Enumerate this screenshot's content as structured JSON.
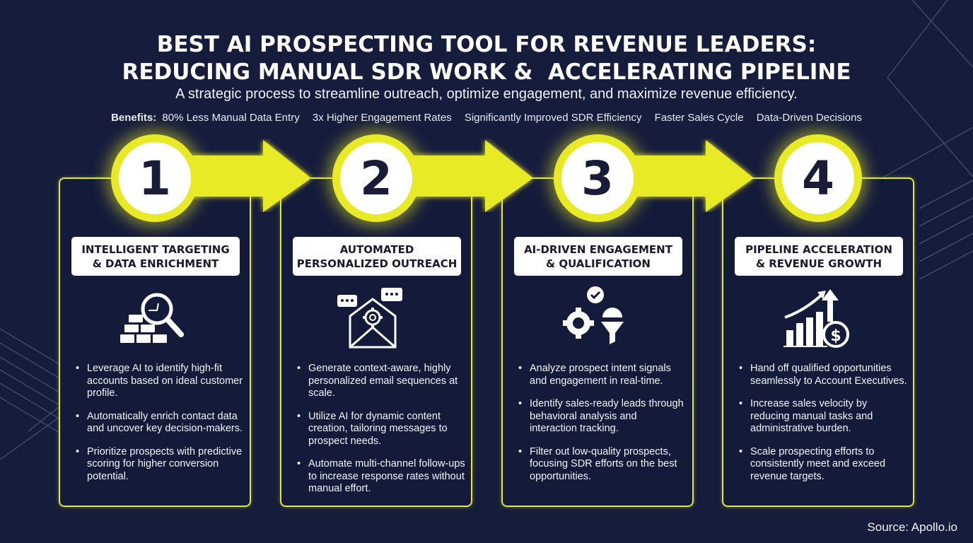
{
  "header": {
    "title_line1": "BEST AI PROSPECTING TOOL FOR REVENUE LEADERS:",
    "title_line2": "REDUCING MANUAL SDR WORK &  ACCELERATING PIPELINE",
    "subtitle": "A strategic process to streamline outreach, optimize engagement, and maximize revenue efficiency.",
    "benefits_label": "Benefits:",
    "benefits": [
      "80% Less Manual Data Entry",
      "3x Higher Engagement Rates",
      "Significantly Improved SDR Efficiency",
      "Faster Sales Cycle",
      "Data-Driven Decisions"
    ]
  },
  "colors": {
    "background": "#161c3c",
    "accent": "#e8ea28",
    "card_border": "#e5e826",
    "number_text": "#181c36"
  },
  "steps": [
    {
      "number": "1",
      "title_line1": "INTELLIGENT TARGETING",
      "title_line2": "& DATA ENRICHMENT",
      "icon": "magnifier-over-data-blocks-icon",
      "bullets": [
        "Leverage AI to identify high-fit accounts based on ideal customer profile.",
        "Automatically enrich contact data and uncover key decision-makers.",
        "Prioritize prospects with predictive scoring for higher conversion potential."
      ]
    },
    {
      "number": "2",
      "title_line1": "AUTOMATED",
      "title_line2": "PERSONALIZED OUTREACH",
      "icon": "envelope-gear-chat-icon",
      "bullets": [
        "Generate context-aware, highly personalized email sequences at scale.",
        "Utilize AI for dynamic content creation, tailoring messages to prospect needs.",
        "Automate multi-channel follow-ups to increase response rates without manual effort."
      ]
    },
    {
      "number": "3",
      "title_line1": "AI-DRIVEN ENGAGEMENT",
      "title_line2": "& QUALIFICATION",
      "icon": "gears-check-funnel-icon",
      "bullets": [
        "Analyze prospect intent signals and engagement in real-time.",
        "Identify sales-ready leads through behavioral analysis and interaction tracking.",
        "Filter out low-quality prospects, focusing SDR efforts on the best opportunities."
      ]
    },
    {
      "number": "4",
      "title_line1": "PIPELINE ACCELERATION",
      "title_line2": "& REVENUE GROWTH",
      "icon": "growth-chart-dollar-icon",
      "bullets": [
        "Hand off qualified opportunities seamlessly to Account Executives.",
        "Increase sales velocity by reducing manual tasks and administrative burden.",
        "Scale prospecting efforts to consistently meet and exceed revenue targets."
      ]
    }
  ],
  "footer": {
    "source": "Source: Apollo.io"
  }
}
